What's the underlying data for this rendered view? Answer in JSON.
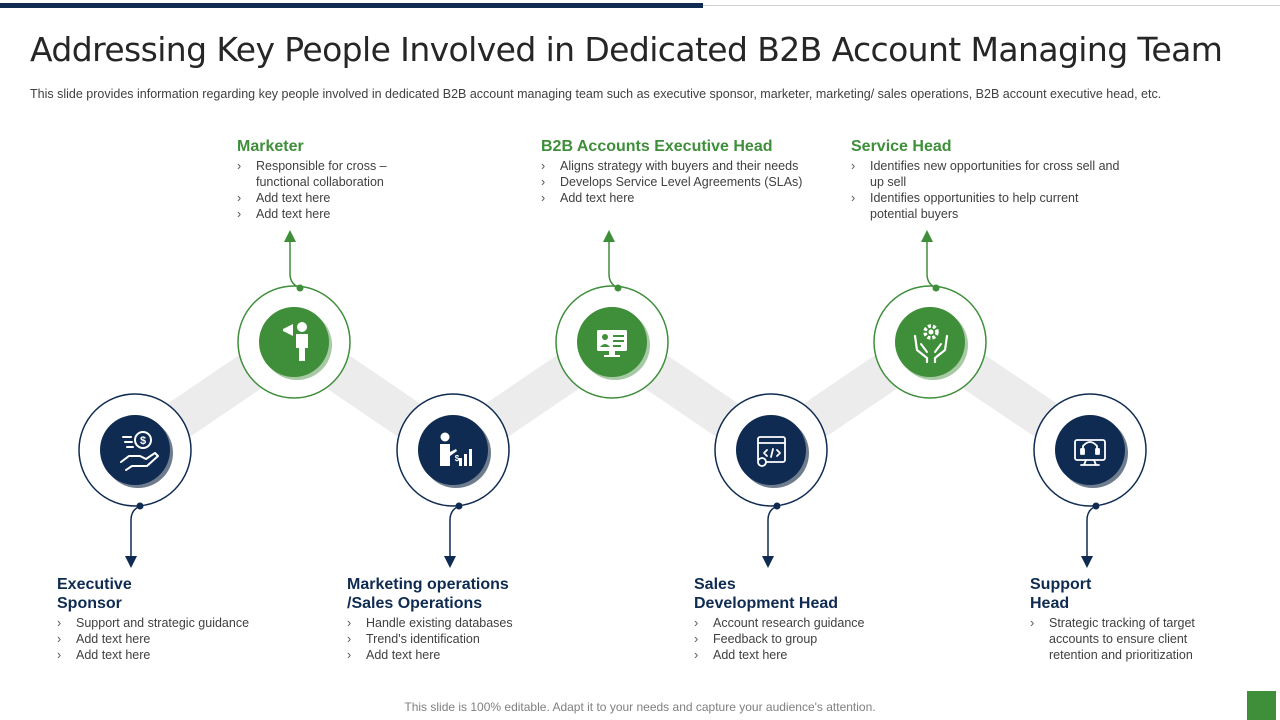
{
  "title": "Addressing Key People Involved in Dedicated B2B Account Managing Team",
  "subtitle": "This slide provides  information  regarding  key people involved   in dedicated B2B account managing team such as executive sponsor, marketer, marketing/ sales operations, B2B account executive head, etc.",
  "footer": "This slide is 100% editable. Adapt it to your needs and capture your audience's attention.",
  "colors": {
    "green": "#3e8e3a",
    "navy": "#0f2b52",
    "track": "#ececec"
  },
  "roles": {
    "marketer": {
      "title": "Marketer",
      "icon": "megaphone-person-icon",
      "items": [
        "Responsible for cross – functional collaboration",
        "Add text here",
        "Add text here"
      ]
    },
    "b2b_head": {
      "title": "B2B Accounts Executive Head",
      "icon": "presentation-monitor-icon",
      "items": [
        "Aligns strategy with buyers and their needs",
        "Develops  Service  Level  Agreements  (SLAs)",
        "Add text here"
      ]
    },
    "service_head": {
      "title": "Service Head",
      "icon": "hands-gear-icon",
      "items": [
        "Identifies  new opportunities for cross sell and up sell",
        "Identifies opportunities to help current potential buyers"
      ]
    },
    "executive_sponsor": {
      "title_line1": "Executive",
      "title_line2": "Sponsor",
      "icon": "hand-dollar-icon",
      "items": [
        "Support  and  strategic guidance",
        "Add text here",
        "Add text here"
      ]
    },
    "marketing_ops": {
      "title_line1": "Marketing operations",
      "title_line2": "/Sales Operations",
      "icon": "presenter-chart-icon",
      "items": [
        "Handle  existing databases",
        "Trend's  identification",
        "Add text here"
      ]
    },
    "sales_dev": {
      "title_line1": "Sales",
      "title_line2": "Development Head",
      "icon": "code-window-icon",
      "items": [
        "Account research guidance",
        "Feedback to group",
        "Add text here"
      ]
    },
    "support_head": {
      "title_line1": "Support",
      "title_line2": "Head",
      "icon": "headset-monitor-icon",
      "items": [
        "Strategic tracking of target accounts to ensure client retention  and  prioritization"
      ]
    }
  }
}
